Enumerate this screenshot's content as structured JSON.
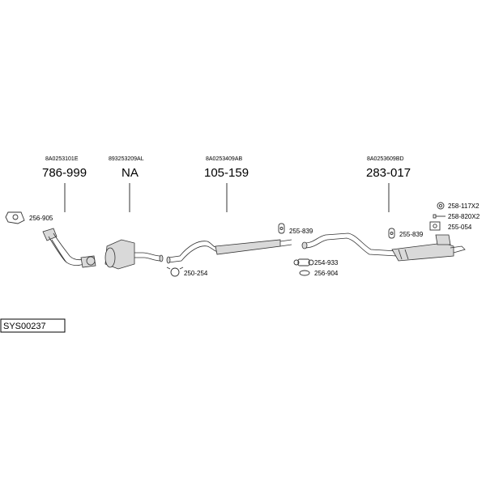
{
  "diagram": {
    "groups": [
      {
        "oe": "8A0253101E",
        "part": "786-999"
      },
      {
        "oe": "893253209AL",
        "part": "NA"
      },
      {
        "oe": "8A0253409AB",
        "part": "105-159"
      },
      {
        "oe": "8A0253609BD",
        "part": "283-017"
      }
    ],
    "accessories": [
      {
        "code": "256-905",
        "icon": "gasket-icon"
      },
      {
        "code": "250-254",
        "icon": "clamp-icon"
      },
      {
        "code": "255-839",
        "icon": "rubber-mount-icon"
      },
      {
        "code": "254-933",
        "icon": "pipe-connector-icon"
      },
      {
        "code": "256-904",
        "icon": "ring-gasket-icon"
      },
      {
        "code": "255-839",
        "icon": "rubber-mount-icon"
      },
      {
        "code": "258-117X2",
        "icon": "nut-icon"
      },
      {
        "code": "258-820X2",
        "icon": "bolt-icon"
      },
      {
        "code": "255-054",
        "icon": "bracket-icon"
      }
    ],
    "system_id": "SYS00237"
  }
}
